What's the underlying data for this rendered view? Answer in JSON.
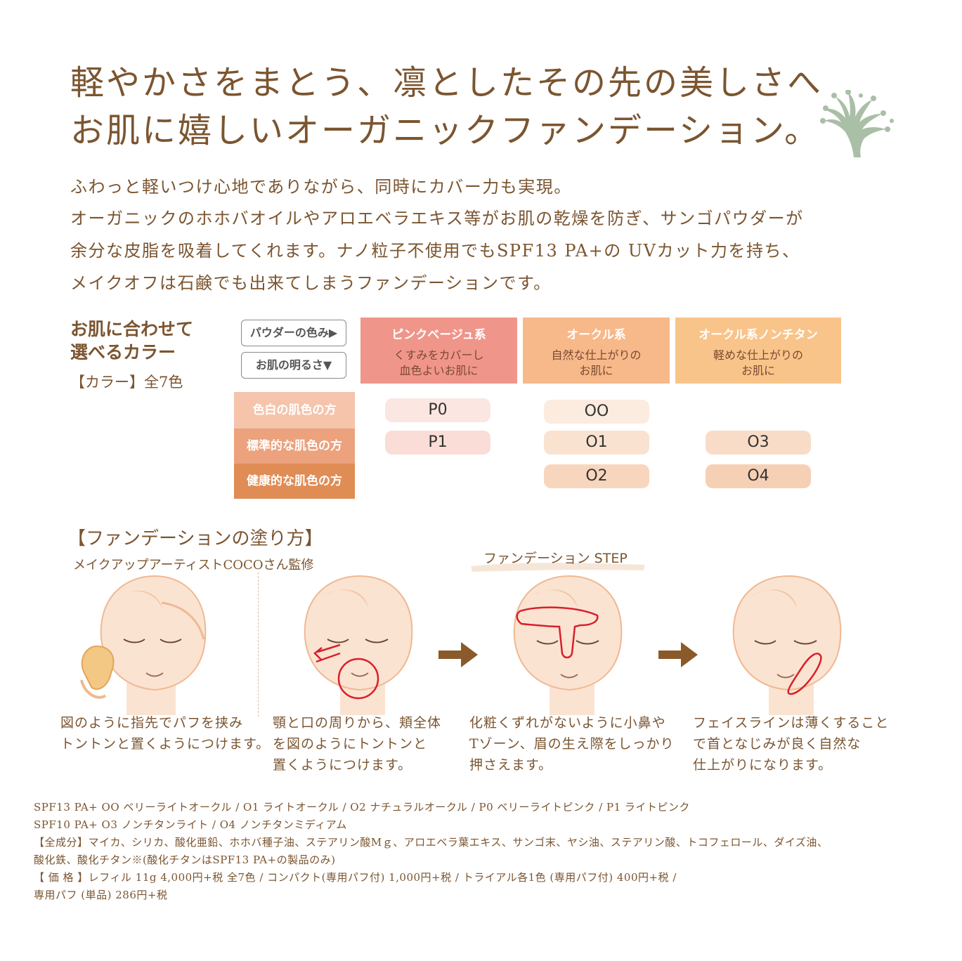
{
  "headline": {
    "line1": "軽やかさをまとう、凛としたその先の美しさへ",
    "line2": "お肌に嬉しいオーガニックファンデーション。"
  },
  "intro": [
    "ふわっと軽いつけ心地でありながら、同時にカバー力も実現。",
    "オーガニックのホホバオイルやアロエベラエキス等がお肌の乾燥を防ぎ、サンゴパウダーが",
    "余分な皮脂を吸着してくれます。ナノ粒子不使用でもSPF13 PA+の UVカット力を持ち、",
    "メイクオフは石鹸でも出来てしまうファンデーションです。"
  ],
  "color_chart": {
    "heading_line1": "お肌に合わせて",
    "heading_line2": "選べるカラー",
    "count": "【カラー】全7色",
    "powder_button": "パウダーの色み▶",
    "brightness_button": "お肌の明るさ▼",
    "columns": [
      {
        "title": "ピンクベージュ系",
        "desc1": "くすみをカバーし",
        "desc2": "血色よいお肌に",
        "color": "#f0958a"
      },
      {
        "title": "オークル系",
        "desc1": "自然な仕上がりの",
        "desc2": "お肌に",
        "color": "#f7b88a"
      },
      {
        "title": "オークル系ノンチタン",
        "desc1": "軽めな仕上がりの",
        "desc2": "お肌に",
        "color": "#f9c48a"
      }
    ],
    "rows": [
      {
        "label": "色白の肌色の方",
        "color": "#f5c4ab"
      },
      {
        "label": "標準的な肌色の方",
        "color": "#eba27d"
      },
      {
        "label": "健康的な肌色の方",
        "color": "#e08c55"
      }
    ],
    "shades": {
      "P0": "P0",
      "P1": "P1",
      "OO": "OO",
      "O1": "O1",
      "O2": "O2",
      "O3": "O3",
      "O4": "O4"
    },
    "shade_colors": {
      "P0": "#fbe6e2",
      "P1": "#f9ddd6",
      "OO": "#fcebdf",
      "O1": "#fae2d0",
      "O2": "#f8d6bd",
      "O3": "#f9dcc7",
      "O4": "#f6d0b4"
    }
  },
  "howto": {
    "title": "【ファンデーションの塗り方】",
    "supervisor": "メイクアップアーティストCOCOさん監修",
    "step_label": "ファンデーション STEP",
    "captions": [
      [
        "図のように指先でパフを挟み",
        "トントンと置くようにつけます。"
      ],
      [
        "顎と口の周りから、頬全体",
        "を図のようにトントンと",
        "置くようにつけます。"
      ],
      [
        "化粧くずれがないように小鼻や",
        "Tゾーン、眉の生え際をしっかり",
        "押さえます。"
      ],
      [
        "フェイスラインは薄くすること",
        "で首となじみが良く自然な",
        "仕上がりになります。"
      ]
    ]
  },
  "footer": [
    "SPF13 PA+ OO ベリーライトオークル / O1 ライトオークル / O2 ナチュラルオークル / P0 ベリーライトピンク / P1 ライトピンク",
    "SPF10 PA+ O3 ノンチタンライト / O4 ノンチタンミディアム",
    "【全成分】マイカ、シリカ、酸化亜鉛、ホホバ種子油、ステアリン酸Mｇ、アロエベラ葉エキス、サンゴ末、ヤシ油、ステアリン酸、トコフェロール、ダイズ油、",
    "酸化鉄、酸化チタン※(酸化チタンはSPF13 PA+の製品のみ)",
    "【 価 格 】レフィル 11g 4,000円+税 全7色 / コンパクト(専用パフ付) 1,000円+税 / トライアル各1色 (専用パフ付) 400円+税 /",
    "専用パフ (単品) 286円+税"
  ],
  "colors": {
    "text_brown": "#7b5530",
    "coral_green": "#a9bfa6",
    "arrow_brown": "#8a5a2a",
    "skin": "#fbe3d2",
    "outline_red": "#d8202a"
  }
}
